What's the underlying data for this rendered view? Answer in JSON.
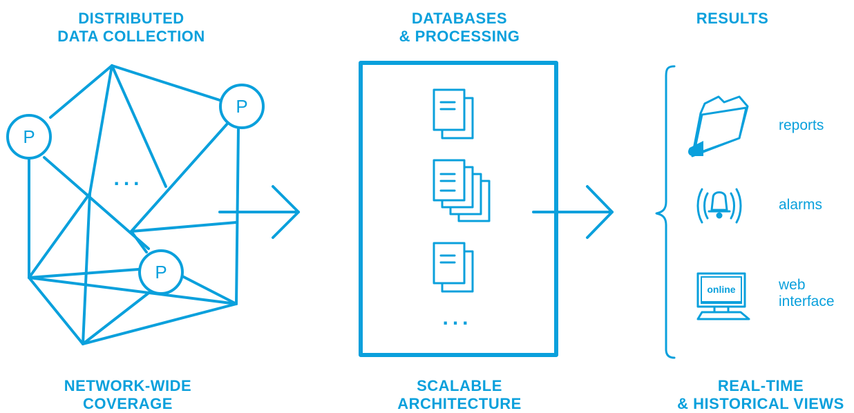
{
  "columns": {
    "collection": {
      "title_line1": "DISTRIBUTED",
      "title_line2": "DATA COLLECTION",
      "caption_line1": "NETWORK-WIDE",
      "caption_line2": "COVERAGE",
      "probe_label": "P",
      "ellipsis": "..."
    },
    "processing": {
      "title_line1": "DATABASES",
      "title_line2": "& PROCESSING",
      "caption_line1": "SCALABLE",
      "caption_line2": "ARCHITECTURE",
      "ellipsis": "..."
    },
    "results": {
      "title": "RESULTS",
      "caption_line1": "REAL-TIME",
      "caption_line2": "& HISTORICAL VIEWS",
      "items": [
        {
          "icon": "folder-icon",
          "label": "reports"
        },
        {
          "icon": "alarm-bell-icon",
          "label": "alarms"
        },
        {
          "icon": "monitor-icon",
          "label_line1": "web",
          "label_line2": "interface",
          "screen_text": "online"
        }
      ]
    }
  },
  "colors": {
    "accent": "#0aa0dc",
    "background": "#ffffff"
  }
}
